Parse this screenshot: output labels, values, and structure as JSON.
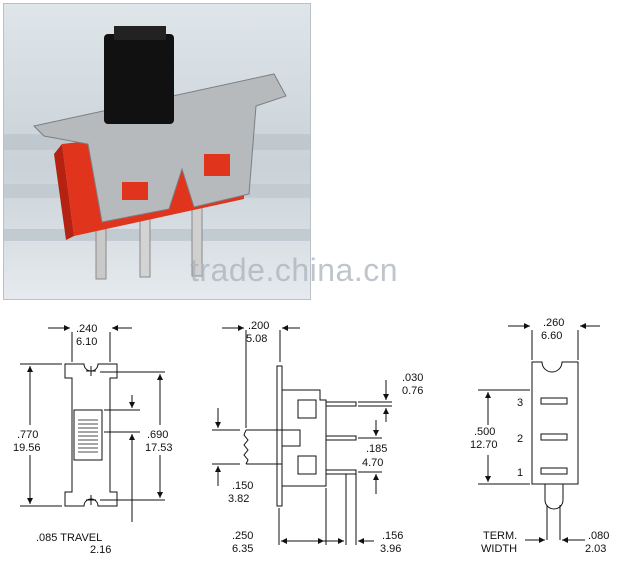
{
  "photo": {
    "alt_icon": "slide-switch-photo"
  },
  "watermark": "trade.china.cn",
  "front_view": {
    "width_in": ".240",
    "width_mm": "6.10",
    "height_in": ".770",
    "height_mm": "19.56",
    "pitch_in": ".690",
    "pitch_mm": "17.53",
    "travel_label": ".085 TRAVEL",
    "travel_mm": "2.16"
  },
  "side_view": {
    "depth_in": ".200",
    "depth_mm": "5.08",
    "pin_in": ".030",
    "pin_mm": "0.76",
    "spacing_in": ".185",
    "spacing_mm": "4.70",
    "actuator_in": ".150",
    "actuator_mm": "3.82",
    "body_in": ".250",
    "body_mm": "6.35",
    "lead_in": ".156",
    "lead_mm": "3.96"
  },
  "rear_view": {
    "width_in": ".260",
    "width_mm": "6.60",
    "span_in": ".500",
    "span_mm": "12.70",
    "pin_numbers": [
      "3",
      "2",
      "1"
    ],
    "term_label_1": "TERM.",
    "term_label_2": "WIDTH",
    "term_in": ".080",
    "term_mm": "2.03"
  }
}
